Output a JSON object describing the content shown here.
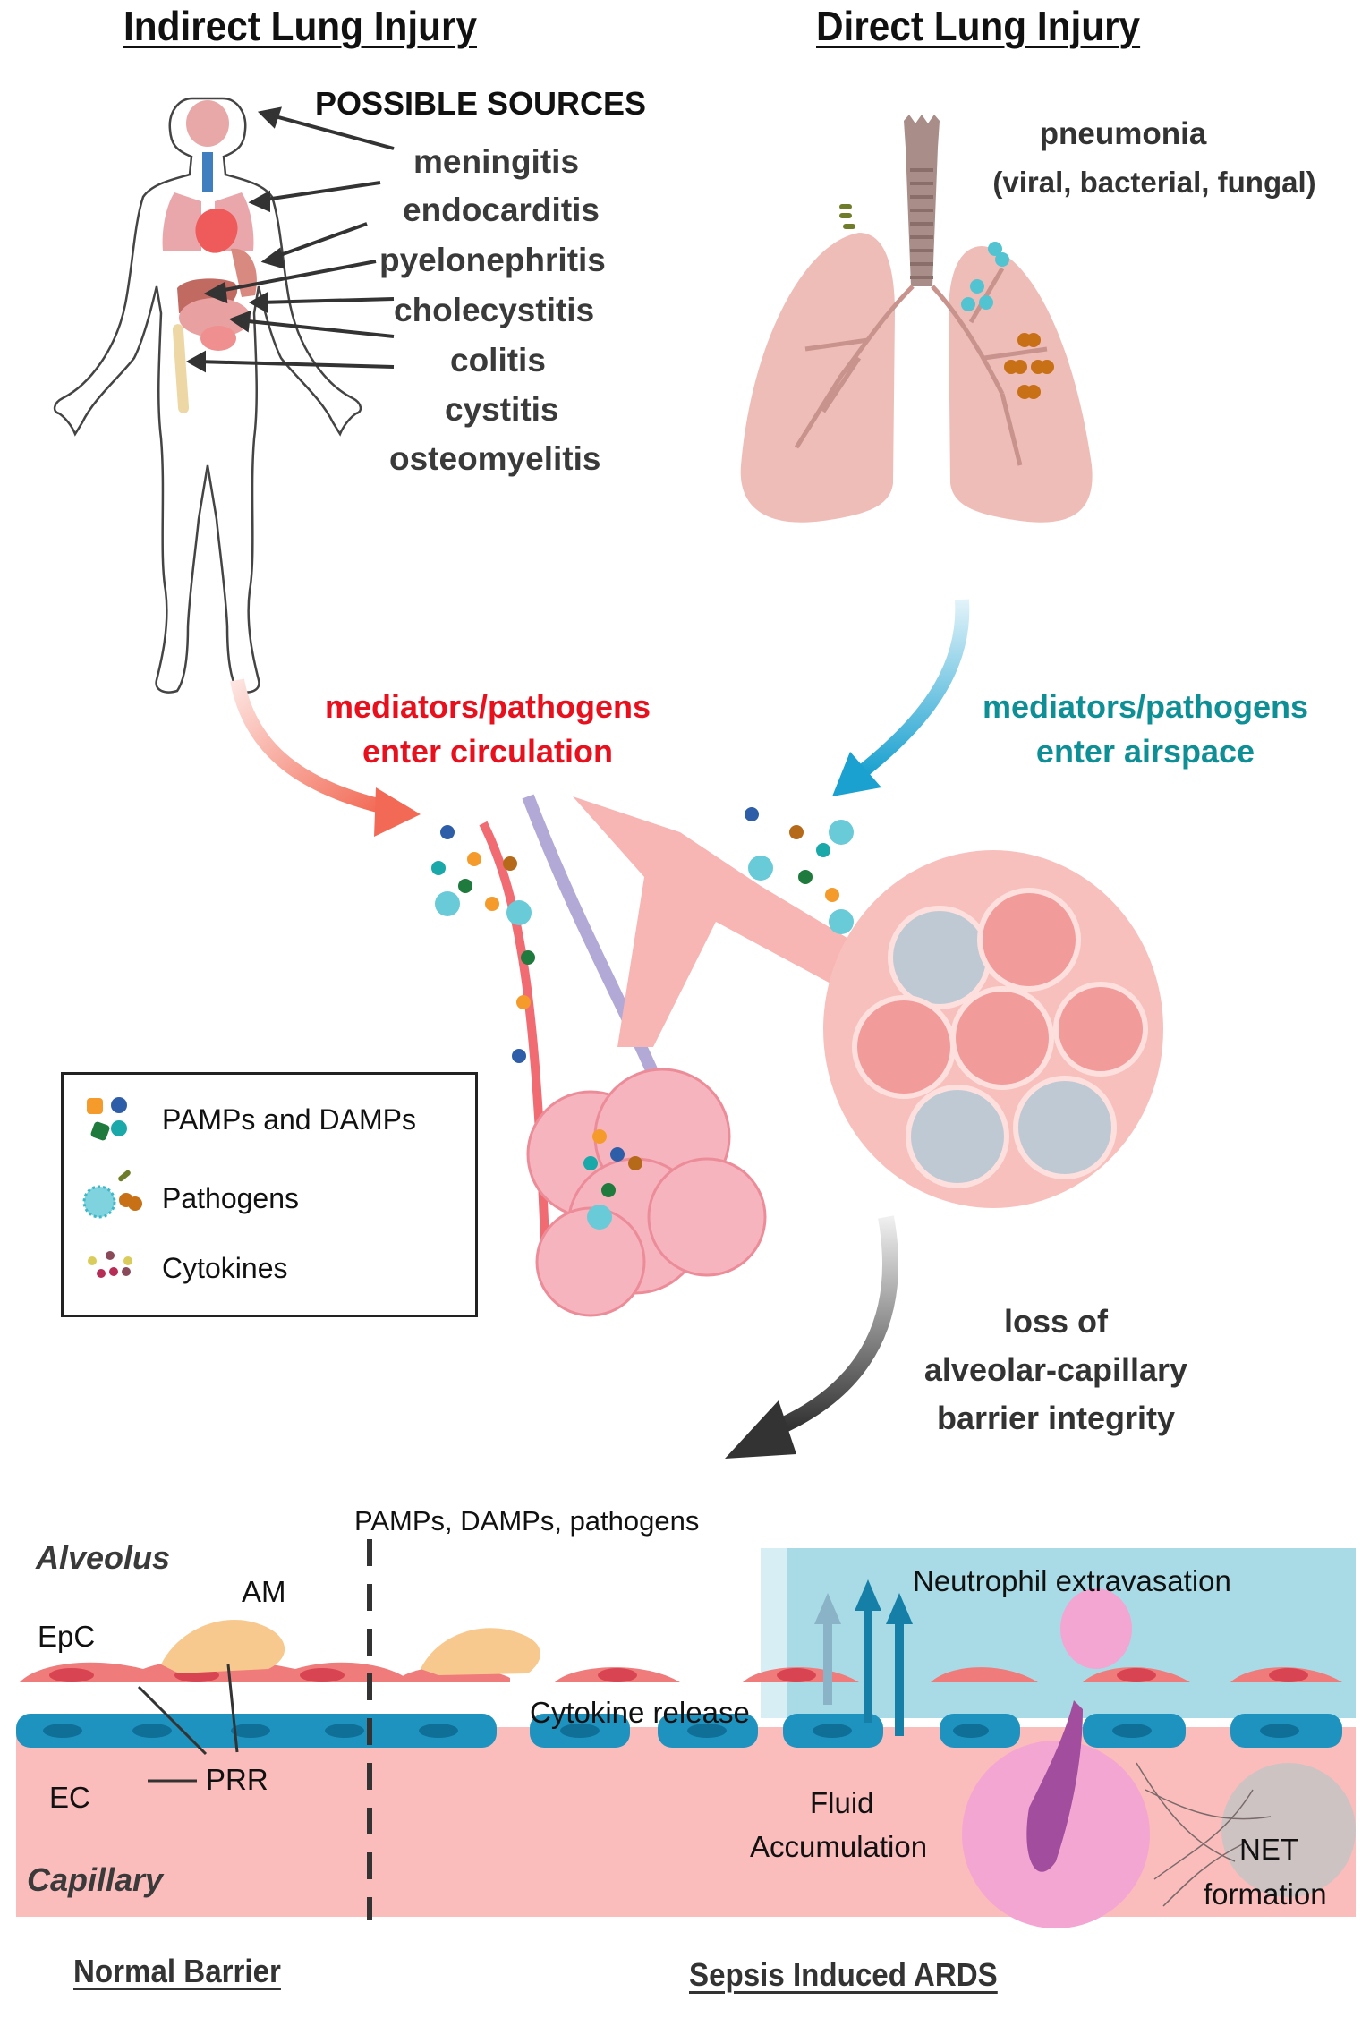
{
  "headers": {
    "indirect": "Indirect Lung Injury",
    "direct": "Direct Lung Injury"
  },
  "indirect_panel": {
    "sources_heading": "POSSIBLE SOURCES",
    "sources": [
      "meningitis",
      "endocarditis",
      "pyelonephritis",
      "cholecystitis",
      "colitis",
      "cystitis",
      "osteomyelitis"
    ]
  },
  "direct_panel": {
    "cause": "pneumonia",
    "cause_detail": "(viral, bacterial, fungal)"
  },
  "flows": {
    "circulation_line1": "mediators/pathogens",
    "circulation_line2": "enter circulation",
    "airspace_line1": "mediators/pathogens",
    "airspace_line2": "enter airspace",
    "loss_line1": "loss of",
    "loss_line2": "alveolar-capillary",
    "loss_line3": "barrier integrity"
  },
  "legend": {
    "items": [
      {
        "label": "PAMPs and DAMPs"
      },
      {
        "label": "Pathogens"
      },
      {
        "label": "Cytokines"
      }
    ]
  },
  "barrier": {
    "alveolus": "Alveolus",
    "capillary": "Capillary",
    "epc": "EpC",
    "am": "AM",
    "ec": "EC",
    "prr": "PRR",
    "pamps_label": "PAMPs, DAMPs, pathogens",
    "cytokine_release": "Cytokine release",
    "fluid_line1": "Fluid",
    "fluid_line2": "Accumulation",
    "neutrophil": "Neutrophil extravasation",
    "net_line1": "NET",
    "net_line2": "formation"
  },
  "footer": {
    "normal": "Normal Barrier",
    "sepsis": "Sepsis Induced ARDS"
  },
  "colors": {
    "red_text": "#e8101c",
    "teal_text": "#0e8f95",
    "capillary_bg": "#fbbcbc",
    "endothelium": "#1e93bf",
    "epithelium": "#ef7b7b",
    "airspace_fluid": "#a9dbe6",
    "macrophage": "#f8c98e",
    "neutrophil": "#f3a6d2"
  }
}
